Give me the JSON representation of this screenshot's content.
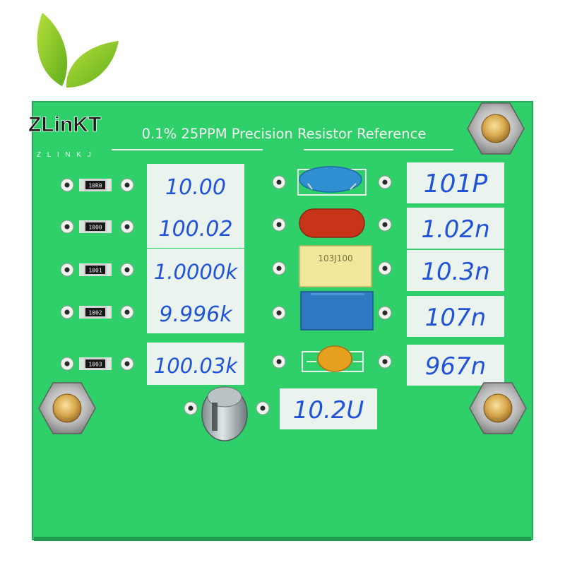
{
  "logo": {
    "brand": "ZLinKT",
    "sub": "Z L I N K J"
  },
  "board": {
    "title": "0.1% 25PPM Precision Resistor Reference",
    "colors": {
      "pcb": "#2fd06a",
      "pad_plate": "#e3efe7",
      "label_box": "#eaf3ee",
      "ink": "#2153d8"
    },
    "resistors": [
      {
        "code": "10R0",
        "value": "10.00"
      },
      {
        "code": "1000",
        "value": "100.02"
      },
      {
        "code": "1001",
        "value": "1.0000k"
      },
      {
        "code": "1002",
        "value": "9.996k"
      },
      {
        "code": "1003",
        "value": "100.03k"
      }
    ],
    "capacitors": [
      {
        "type": "ceramic-blue-icon",
        "body_color": "#2f8fd0",
        "value": "101P"
      },
      {
        "type": "film-red-icon",
        "body_color": "#c83418",
        "value": "1.02n"
      },
      {
        "type": "box-yellow-icon",
        "body_color": "#f1e79a",
        "marking": "103J100",
        "value": "10.3n"
      },
      {
        "type": "box-blue-icon",
        "body_color": "#2f78c2",
        "value": "107n"
      },
      {
        "type": "ceramic-orange-icon",
        "body_color": "#e5a020",
        "value": "967n"
      }
    ],
    "electrolytic": {
      "type": "electrolytic-capacitor-icon",
      "value": "10.2U"
    }
  }
}
